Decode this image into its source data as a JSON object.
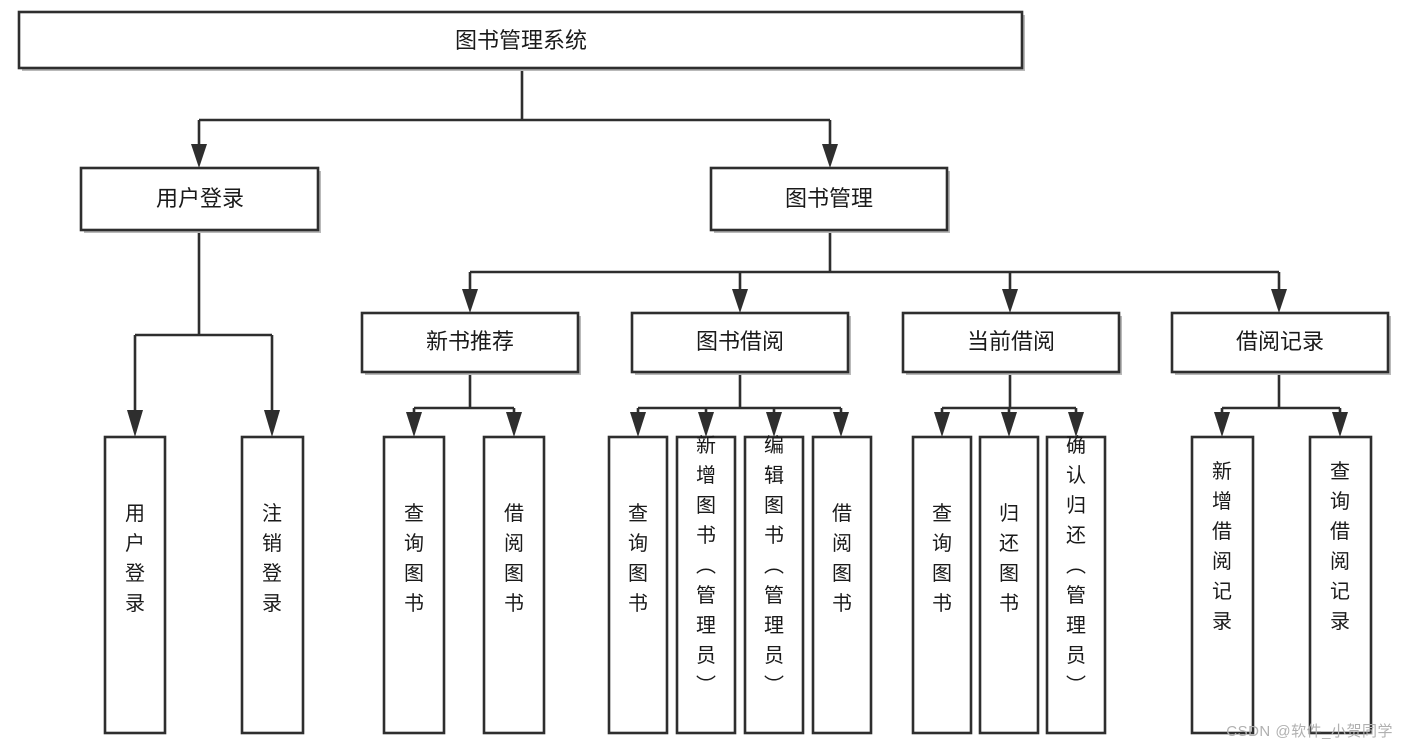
{
  "diagram": {
    "type": "tree",
    "title": "图书管理系统",
    "orientation": "top-down",
    "colors": {
      "box_stroke": "#2e2e2e",
      "box_fill": "#ffffff",
      "connector": "#2e2e2e",
      "text": "#1a1a1a",
      "watermark": "#b0b0b0"
    },
    "root": {
      "label": "图书管理系统",
      "children": [
        {
          "label": "用户登录",
          "children": [
            {
              "label": "用户登录",
              "orientation": "vertical"
            },
            {
              "label": "注销登录",
              "orientation": "vertical"
            }
          ]
        },
        {
          "label": "图书管理",
          "children": [
            {
              "label": "新书推荐",
              "children": [
                {
                  "label": "查询图书",
                  "orientation": "vertical"
                },
                {
                  "label": "借阅图书",
                  "orientation": "vertical"
                }
              ]
            },
            {
              "label": "图书借阅",
              "children": [
                {
                  "label": "查询图书",
                  "orientation": "vertical"
                },
                {
                  "label": "新增图书（管理员）",
                  "orientation": "vertical"
                },
                {
                  "label": "编辑图书（管理员）",
                  "orientation": "vertical"
                },
                {
                  "label": "借阅图书",
                  "orientation": "vertical"
                }
              ]
            },
            {
              "label": "当前借阅",
              "children": [
                {
                  "label": "查询图书",
                  "orientation": "vertical"
                },
                {
                  "label": "归还图书",
                  "orientation": "vertical"
                },
                {
                  "label": "确认归还（管理员）",
                  "orientation": "vertical"
                }
              ]
            },
            {
              "label": "借阅记录",
              "children": [
                {
                  "label": "新增借阅记录",
                  "orientation": "vertical"
                },
                {
                  "label": "查询借阅记录",
                  "orientation": "vertical"
                }
              ]
            }
          ]
        }
      ]
    }
  },
  "watermark": {
    "text": "CSDN @软件_小贺同学"
  }
}
